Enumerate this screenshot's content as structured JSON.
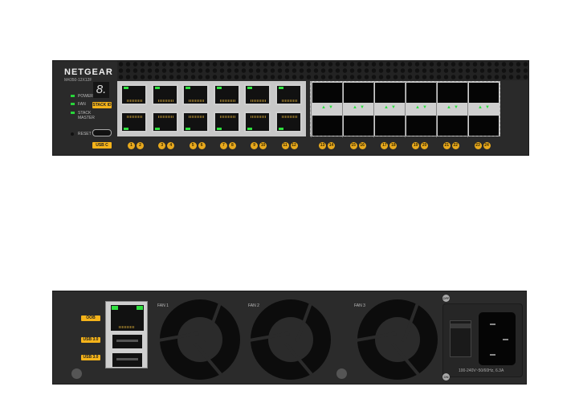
{
  "front": {
    "brand": "NETGEAR",
    "model": "M4350-12X12F",
    "stack_display": "8.",
    "status_leds": [
      {
        "label": "POWER"
      },
      {
        "label": "FAN"
      },
      {
        "label": "STACK MASTER"
      }
    ],
    "stack_id_label": "STACK ID",
    "reset_label": "RESET",
    "usb_c_label": "USB C",
    "rj45_ports": [
      "1",
      "2",
      "3",
      "4",
      "5",
      "6",
      "7",
      "8",
      "9",
      "10",
      "11",
      "12"
    ],
    "sfp_ports": [
      "13",
      "14",
      "15",
      "16",
      "17",
      "18",
      "19",
      "20",
      "21",
      "22",
      "23",
      "24"
    ],
    "led_color": "#30e040",
    "label_color": "#f5b31a"
  },
  "rear": {
    "port_labels": [
      "OOB",
      "USB 3.0",
      "USB 3.0"
    ],
    "fans": [
      "FAN 1",
      "FAN 2",
      "FAN 3"
    ],
    "switch_off": "OFF",
    "switch_on": "ON",
    "power_rating": "100-240V~50/60Hz, 6.3A"
  }
}
